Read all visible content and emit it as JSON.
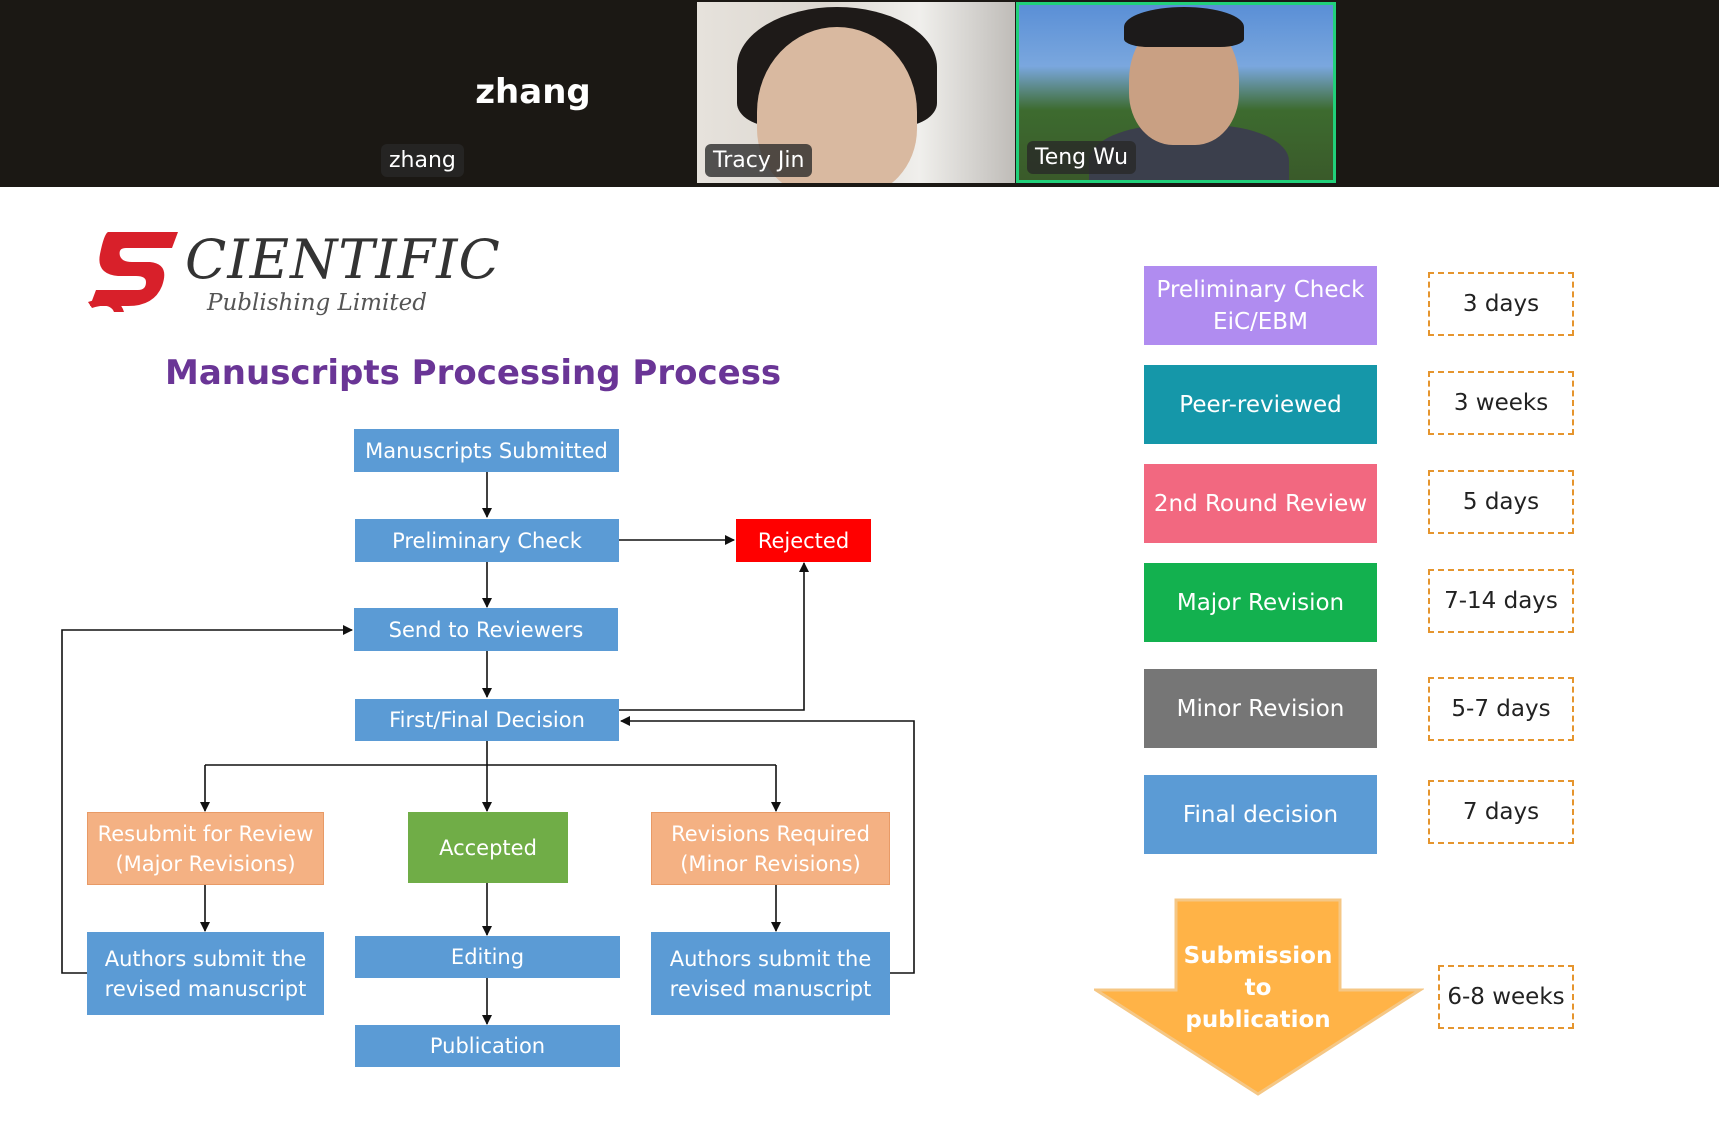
{
  "meeting": {
    "participants": [
      {
        "display_name": "zhang",
        "label": "zhang"
      },
      {
        "label": "Tracy Jin"
      },
      {
        "label": "Teng Wu"
      }
    ]
  },
  "slide": {
    "logo": {
      "mark": "S",
      "word": "CIENTIFIC",
      "subtitle": "Publishing Limited"
    },
    "title": "Manuscripts Processing Process",
    "flow": {
      "submitted": "Manuscripts Submitted",
      "preliminary": "Preliminary Check",
      "rejected": "Rejected",
      "send_reviewers": "Send to Reviewers",
      "decision": "First/Final Decision",
      "resubmit": "Resubmit for Review (Major Revisions)",
      "accepted": "Accepted",
      "revisions": "Revisions Required (Minor Revisions)",
      "authors_left": "Authors submit the revised manuscript",
      "editing": "Editing",
      "authors_right": "Authors submit the revised manuscript",
      "publication": "Publication"
    },
    "stages": [
      {
        "label": "Preliminary Check EiC/EBM",
        "duration": "3 days",
        "color": "#b08cf0"
      },
      {
        "label": "Peer-reviewed",
        "duration": "3 weeks",
        "color": "#1597a9"
      },
      {
        "label": "2nd Round Review",
        "duration": "5 days",
        "color": "#f26880"
      },
      {
        "label": "Major Revision",
        "duration": "7-14 days",
        "color": "#13b14f"
      },
      {
        "label": "Minor Revision",
        "duration": "5-7 days",
        "color": "#767676"
      },
      {
        "label": "Final decision",
        "duration": "7 days",
        "color": "#5b9bd5"
      }
    ],
    "summary": {
      "label": "Submission to publication",
      "duration": "6-8 weeks",
      "color": "#ffb347"
    }
  }
}
